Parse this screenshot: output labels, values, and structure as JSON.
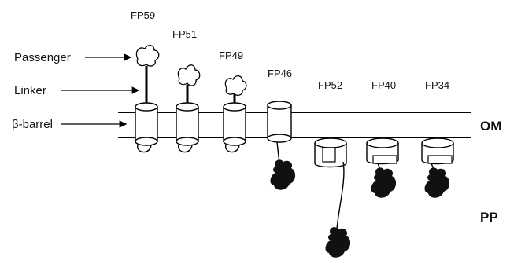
{
  "labels": {
    "passenger": "Passenger",
    "linker": "Linker",
    "barrel": "β-barrel",
    "om": "OM",
    "pp": "PP"
  },
  "constructs": [
    {
      "name": "FP59"
    },
    {
      "name": "FP51"
    },
    {
      "name": "FP49"
    },
    {
      "name": "FP46"
    },
    {
      "name": "FP52"
    },
    {
      "name": "FP40"
    },
    {
      "name": "FP34"
    }
  ]
}
